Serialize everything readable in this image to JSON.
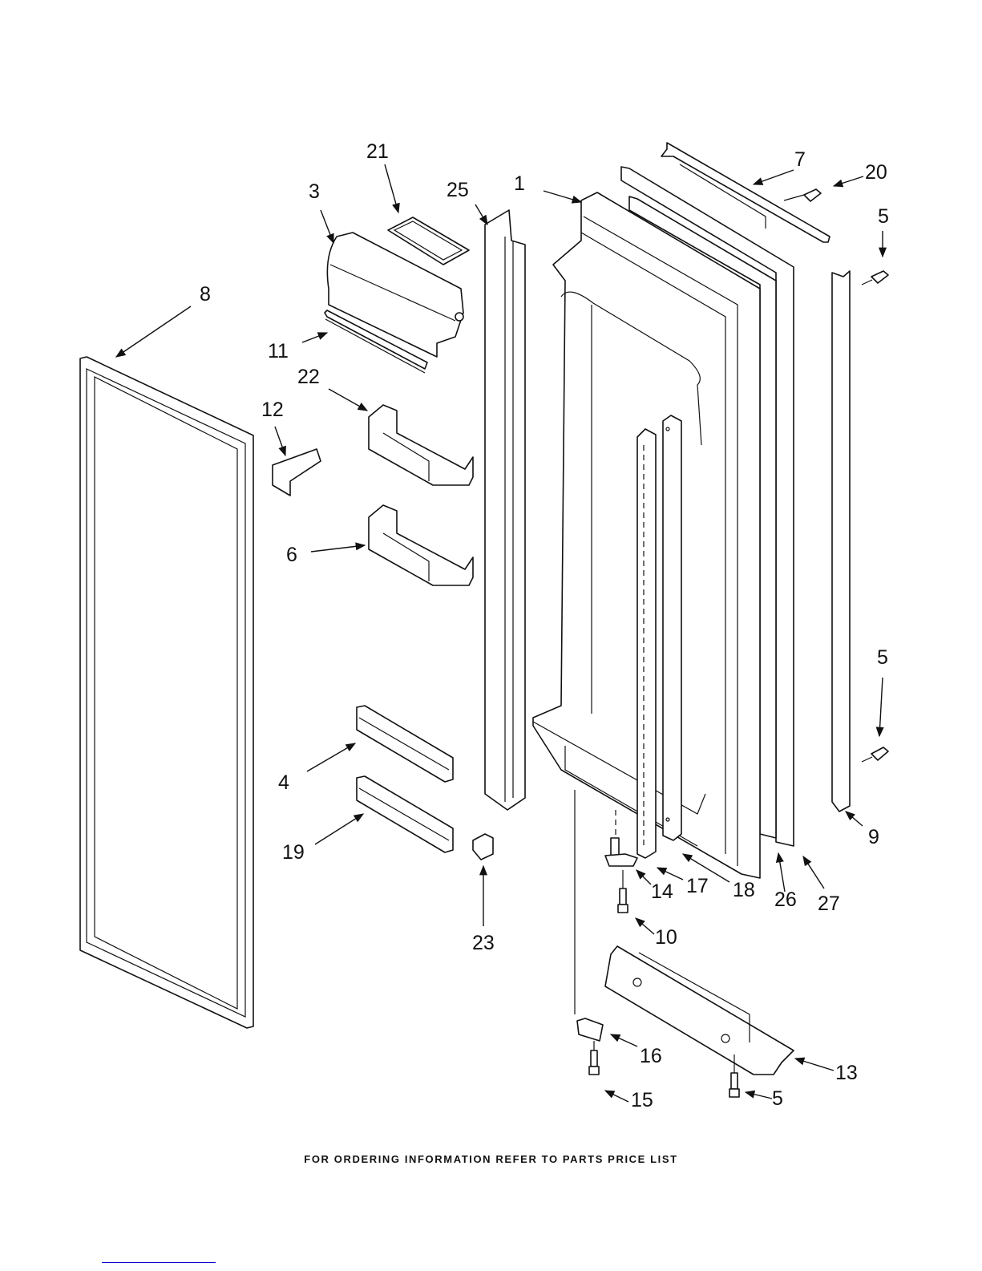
{
  "diagram": {
    "title": "Refrigerator Door Parts",
    "footer_note": "FOR ORDERING INFORMATION REFER TO PARTS PRICE LIST",
    "callouts": [
      "21",
      "3",
      "25",
      "1",
      "7",
      "20",
      "5",
      "8",
      "11",
      "22",
      "12",
      "6",
      "5",
      "4",
      "19",
      "23",
      "9",
      "14",
      "17",
      "18",
      "26",
      "27",
      "10",
      "16",
      "13",
      "15",
      "5"
    ]
  },
  "colors": {
    "ink": "#111111",
    "link": "#0000cc",
    "background": "#ffffff"
  }
}
